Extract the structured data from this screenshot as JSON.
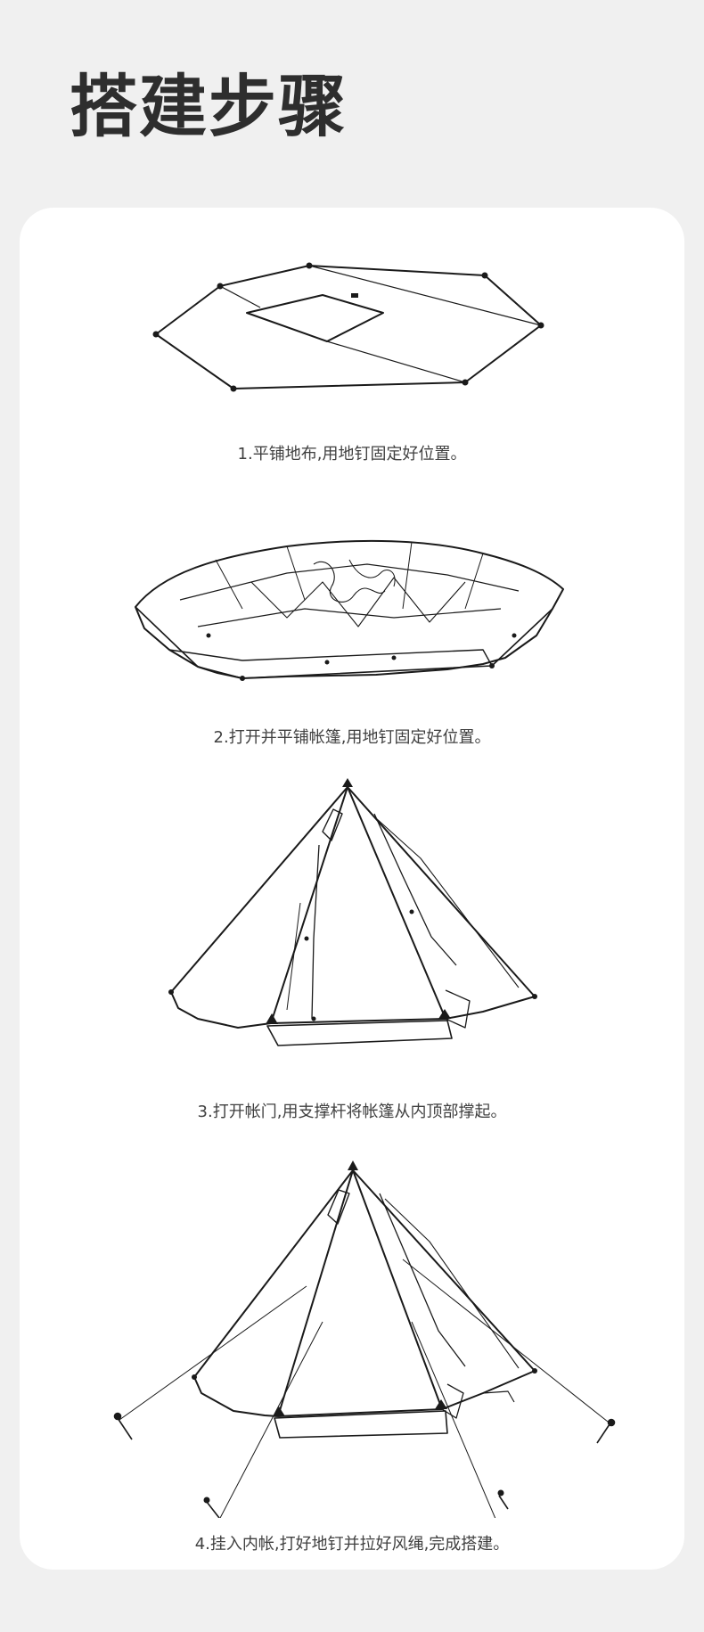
{
  "page": {
    "title": "搭建步骤"
  },
  "steps": [
    {
      "index": 1,
      "caption": "1.平铺地布,用地钉固定好位置。",
      "illustration": "ground-sheet-icon"
    },
    {
      "index": 2,
      "caption": "2.打开并平铺帐篷,用地钉固定好位置。",
      "illustration": "flat-tent-icon"
    },
    {
      "index": 3,
      "caption": "3.打开帐门,用支撑杆将帐篷从内顶部撑起。",
      "illustration": "raised-tent-icon"
    },
    {
      "index": 4,
      "caption": "4.挂入内帐,打好地钉并拉好风绳,完成搭建。",
      "illustration": "finished-tent-icon"
    }
  ],
  "colors": {
    "background": "#f0f0f0",
    "card": "#ffffff",
    "title": "#2e2e2e",
    "caption": "#404040",
    "line": "#1a1a1a"
  }
}
